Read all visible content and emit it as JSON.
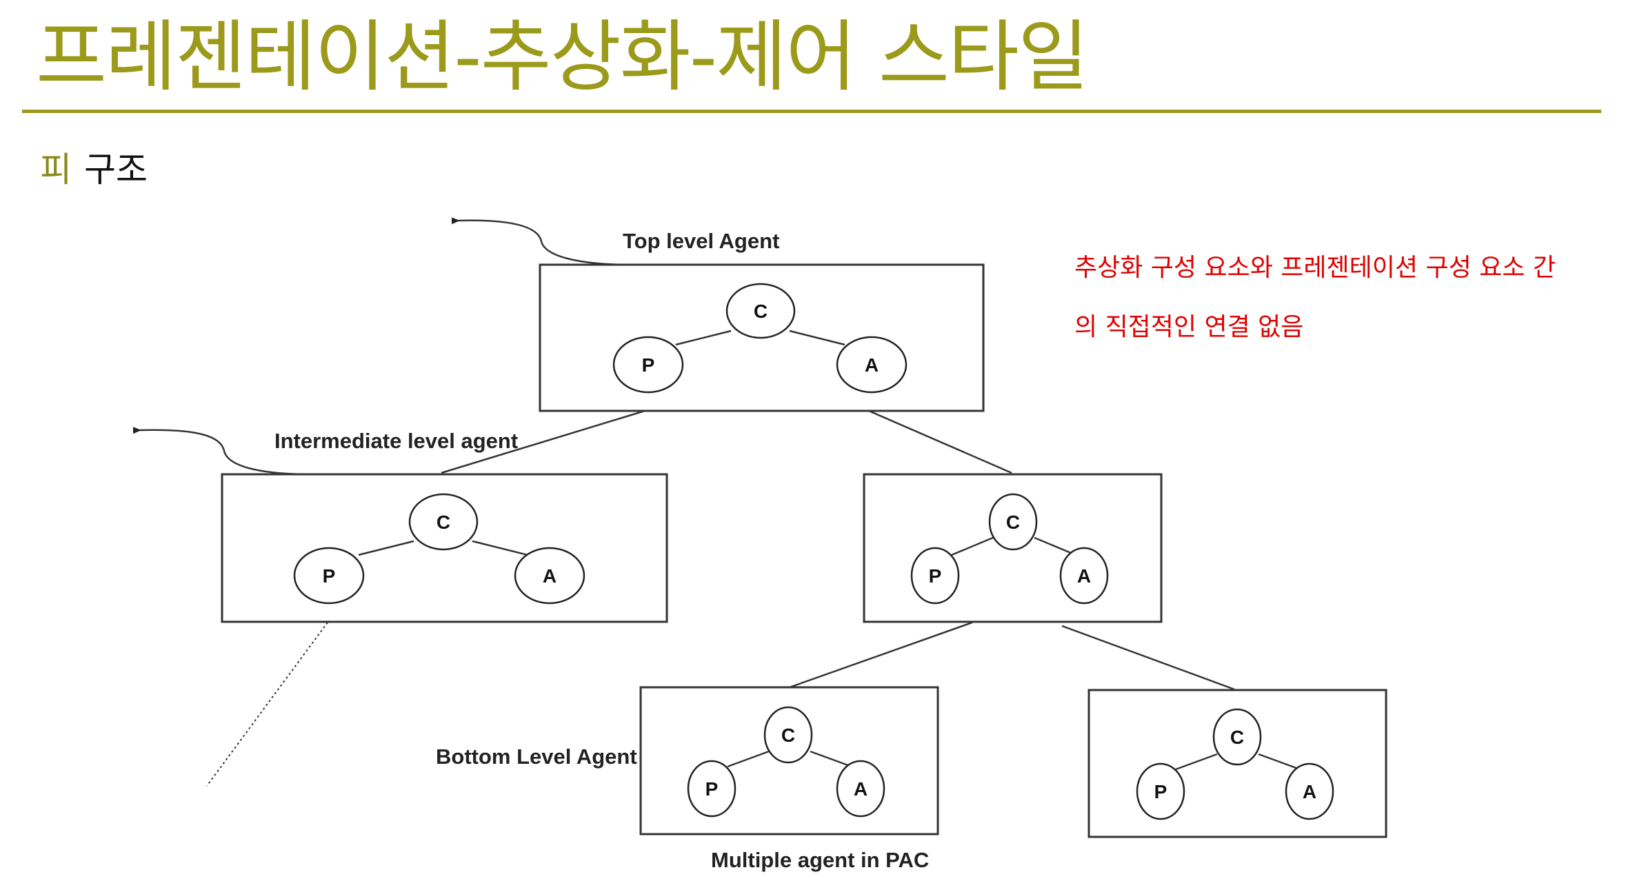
{
  "slide": {
    "title": "프레젠테이션-추상화-제어 스타일",
    "bullet_marker": "피",
    "bullet_text": "구조",
    "note_line1": "추상화 구성 요소와 프레젠테이션 구성 요소 간",
    "note_line2": "의 직접적인 연결 없음"
  },
  "diagram": {
    "labels": {
      "top": "Top level Agent",
      "intermediate": "Intermediate level agent",
      "bottom": "Bottom Level Agent",
      "caption": "Multiple agent in PAC"
    },
    "node_letters": {
      "control": "C",
      "presentation": "P",
      "abstraction": "A"
    }
  },
  "colors": {
    "title": "#9b9a1a",
    "note": "#e00000",
    "lines": "#333333"
  }
}
